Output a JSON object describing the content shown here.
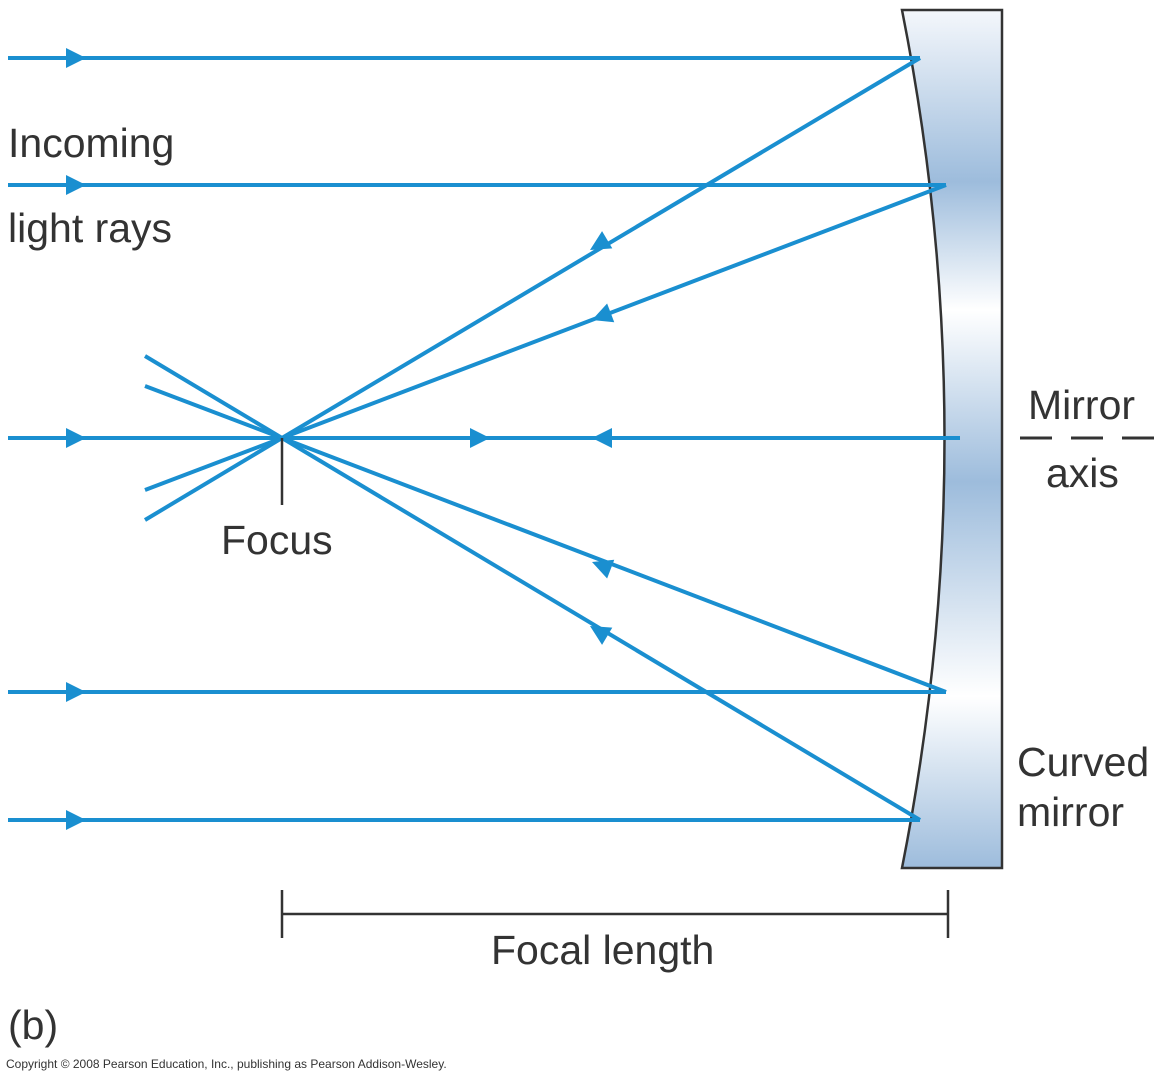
{
  "labels": {
    "incoming_line1": "Incoming",
    "incoming_line2": "light rays",
    "focus": "Focus",
    "mirror_axis_line1": "Mirror",
    "mirror_axis_line2": "axis",
    "curved_mirror_line1": "Curved",
    "curved_mirror_line2": "mirror",
    "focal_length": "Focal length",
    "panel": "(b)",
    "copyright": "Copyright © 2008 Pearson Education, Inc., publishing as Pearson Addison-Wesley."
  },
  "colors": {
    "ray": "#1a8fd0",
    "text": "#333333",
    "mirror_edge": "#333333",
    "mirror_light": "#ffffff",
    "mirror_dark": "#9dbcdc"
  }
}
